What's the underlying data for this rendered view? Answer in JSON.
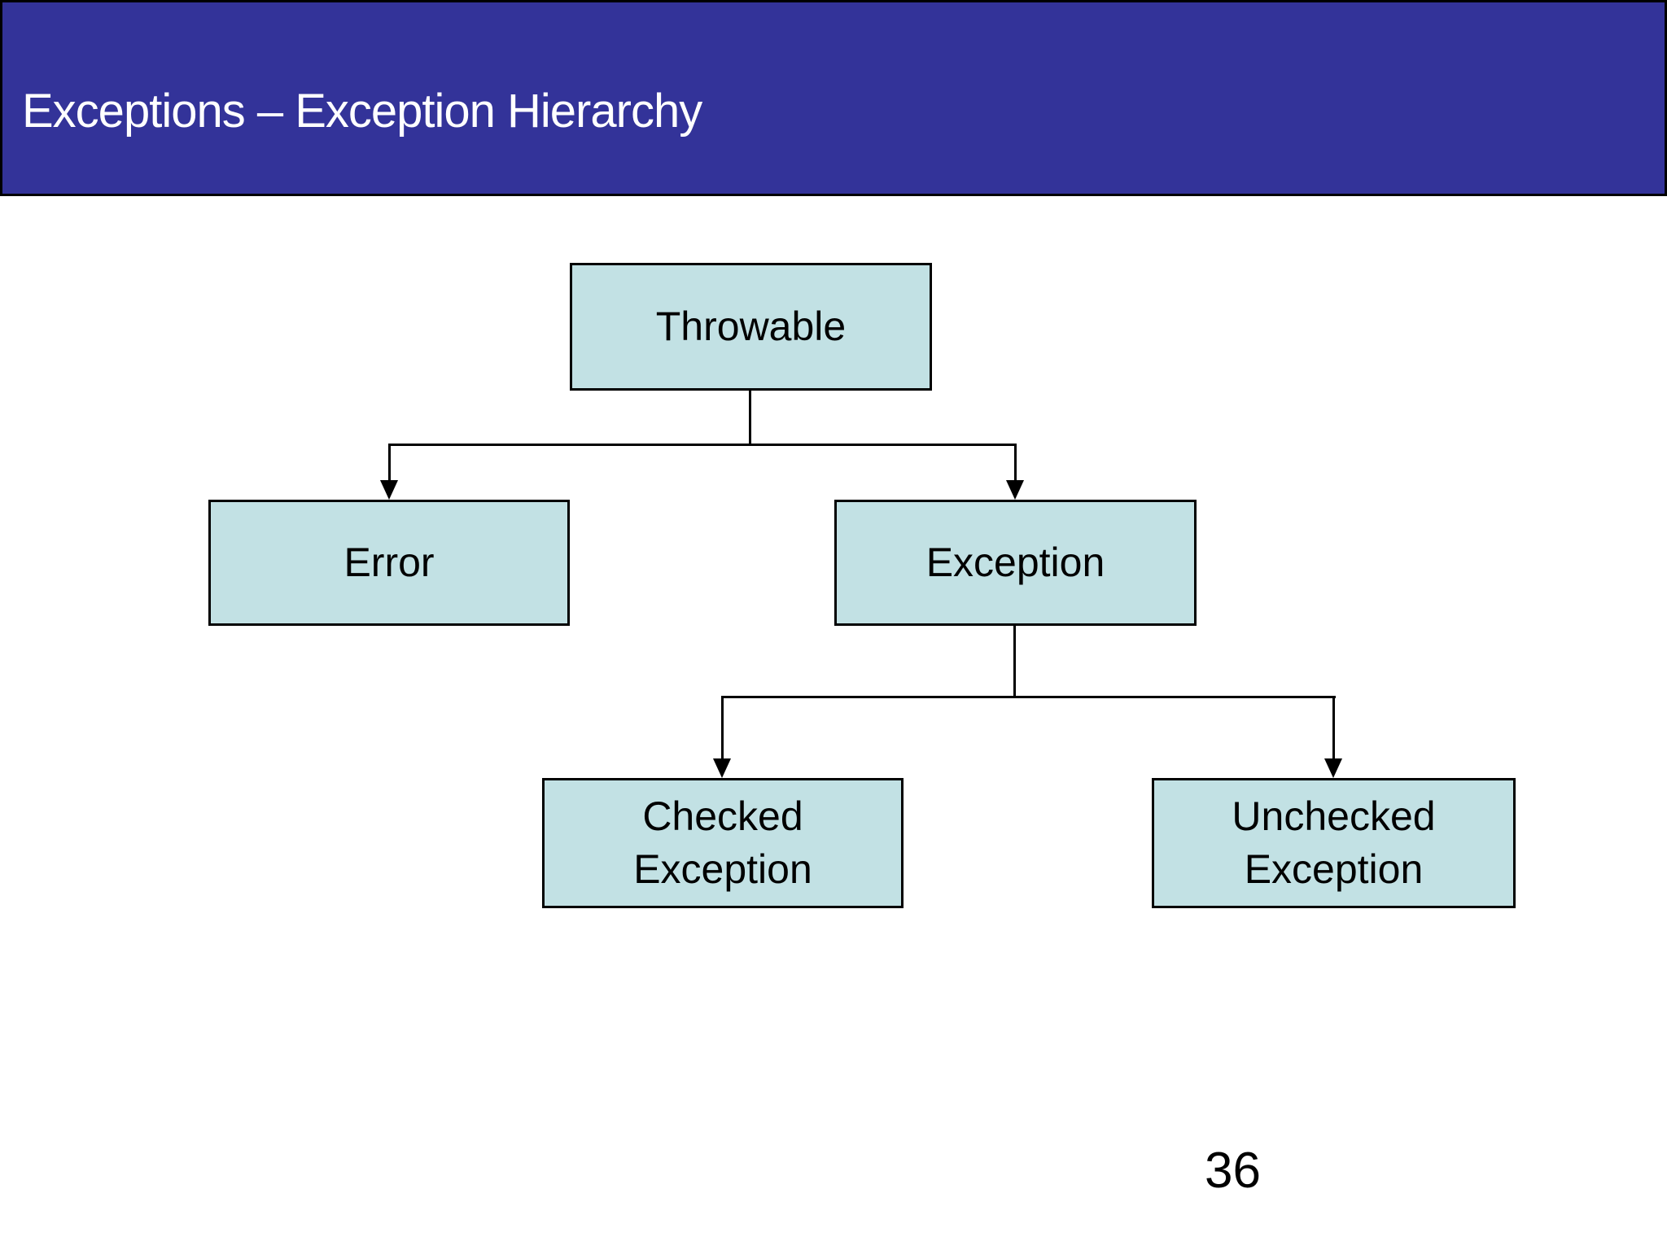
{
  "header": {
    "title": "Exceptions – Exception Hierarchy"
  },
  "diagram": {
    "type": "hierarchy-tree",
    "nodes": [
      {
        "id": "throwable",
        "label": "Throwable",
        "parent": null
      },
      {
        "id": "error",
        "label": "Error",
        "parent": "throwable"
      },
      {
        "id": "exception",
        "label": "Exception",
        "parent": "throwable"
      },
      {
        "id": "checked-exception",
        "label": "Checked Exception",
        "parent": "exception"
      },
      {
        "id": "unchecked-exception",
        "label": "Unchecked Exception",
        "parent": "exception"
      }
    ]
  },
  "footer": {
    "page_number": "36"
  },
  "colors": {
    "header_bg": "#333399",
    "header_text": "#FFFFFF",
    "node_fill": "#C2E1E4",
    "node_border": "#000000",
    "connector": "#000000",
    "page_bg": "#FFFFFF",
    "page_text": "#000000"
  }
}
